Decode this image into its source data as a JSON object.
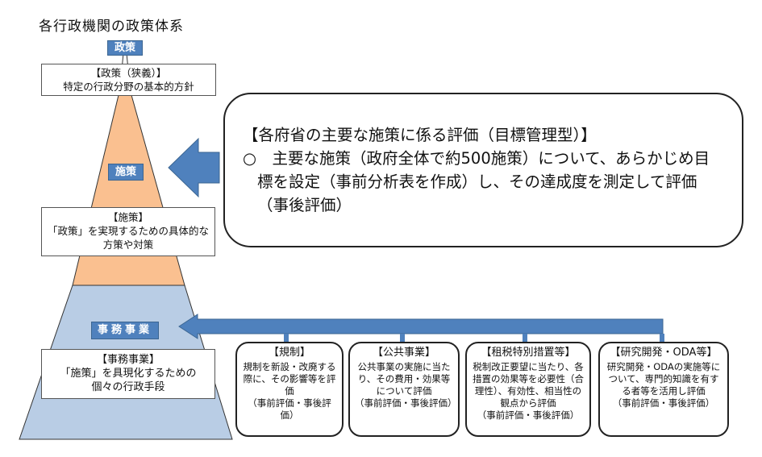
{
  "title": "各行政機関の政策体系",
  "levels": {
    "policy": {
      "tag": "政策",
      "box_title": "【政策（狭義）】",
      "box_desc": "特定の行政分野の基本的方針"
    },
    "measure": {
      "tag": "施策",
      "box_title": "【施策】",
      "box_desc": "「政策」を実現するための具体的な方策や対策"
    },
    "project": {
      "tag": "事務事業",
      "box_title": "【事務事業】",
      "box_desc": "「施策」を具現化するための個々の行政手段"
    }
  },
  "callout": {
    "title": "【各府省の主要な施策に係る評価（目標管理型）】",
    "body": "○　主要な施策（政府全体で約500施策）について、あらかじめ目標を設定（事前分析表を作成）し、その達成度を測定して評価（事後評価）"
  },
  "subs": [
    {
      "title": "【規制】",
      "desc": "規制を新設・改廃する際に、その影響等を評価",
      "note": "（事前評価・事後評価）"
    },
    {
      "title": "【公共事業】",
      "desc": "公共事業の実施に当たり、その費用・効果等について評価",
      "note": "（事前評価・事後評価）"
    },
    {
      "title": "【租税特別措置等】",
      "desc": "税制改正要望に当たり、各措置の効果等を必要性（合理性）、有効性、相当性の観点から評価",
      "note": "（事前評価・事後評価）"
    },
    {
      "title": "【研究開発・ODA等】",
      "desc": "研究開発・ODAの実施等について、専門的知識を有する者等を活用し評価",
      "note": "（事前評価・事後評価）"
    }
  ],
  "colors": {
    "accent": "#4f81bd",
    "measure_fill": "#fac090",
    "project_fill": "#b9cde5",
    "policy_fill": "#ffffff"
  }
}
